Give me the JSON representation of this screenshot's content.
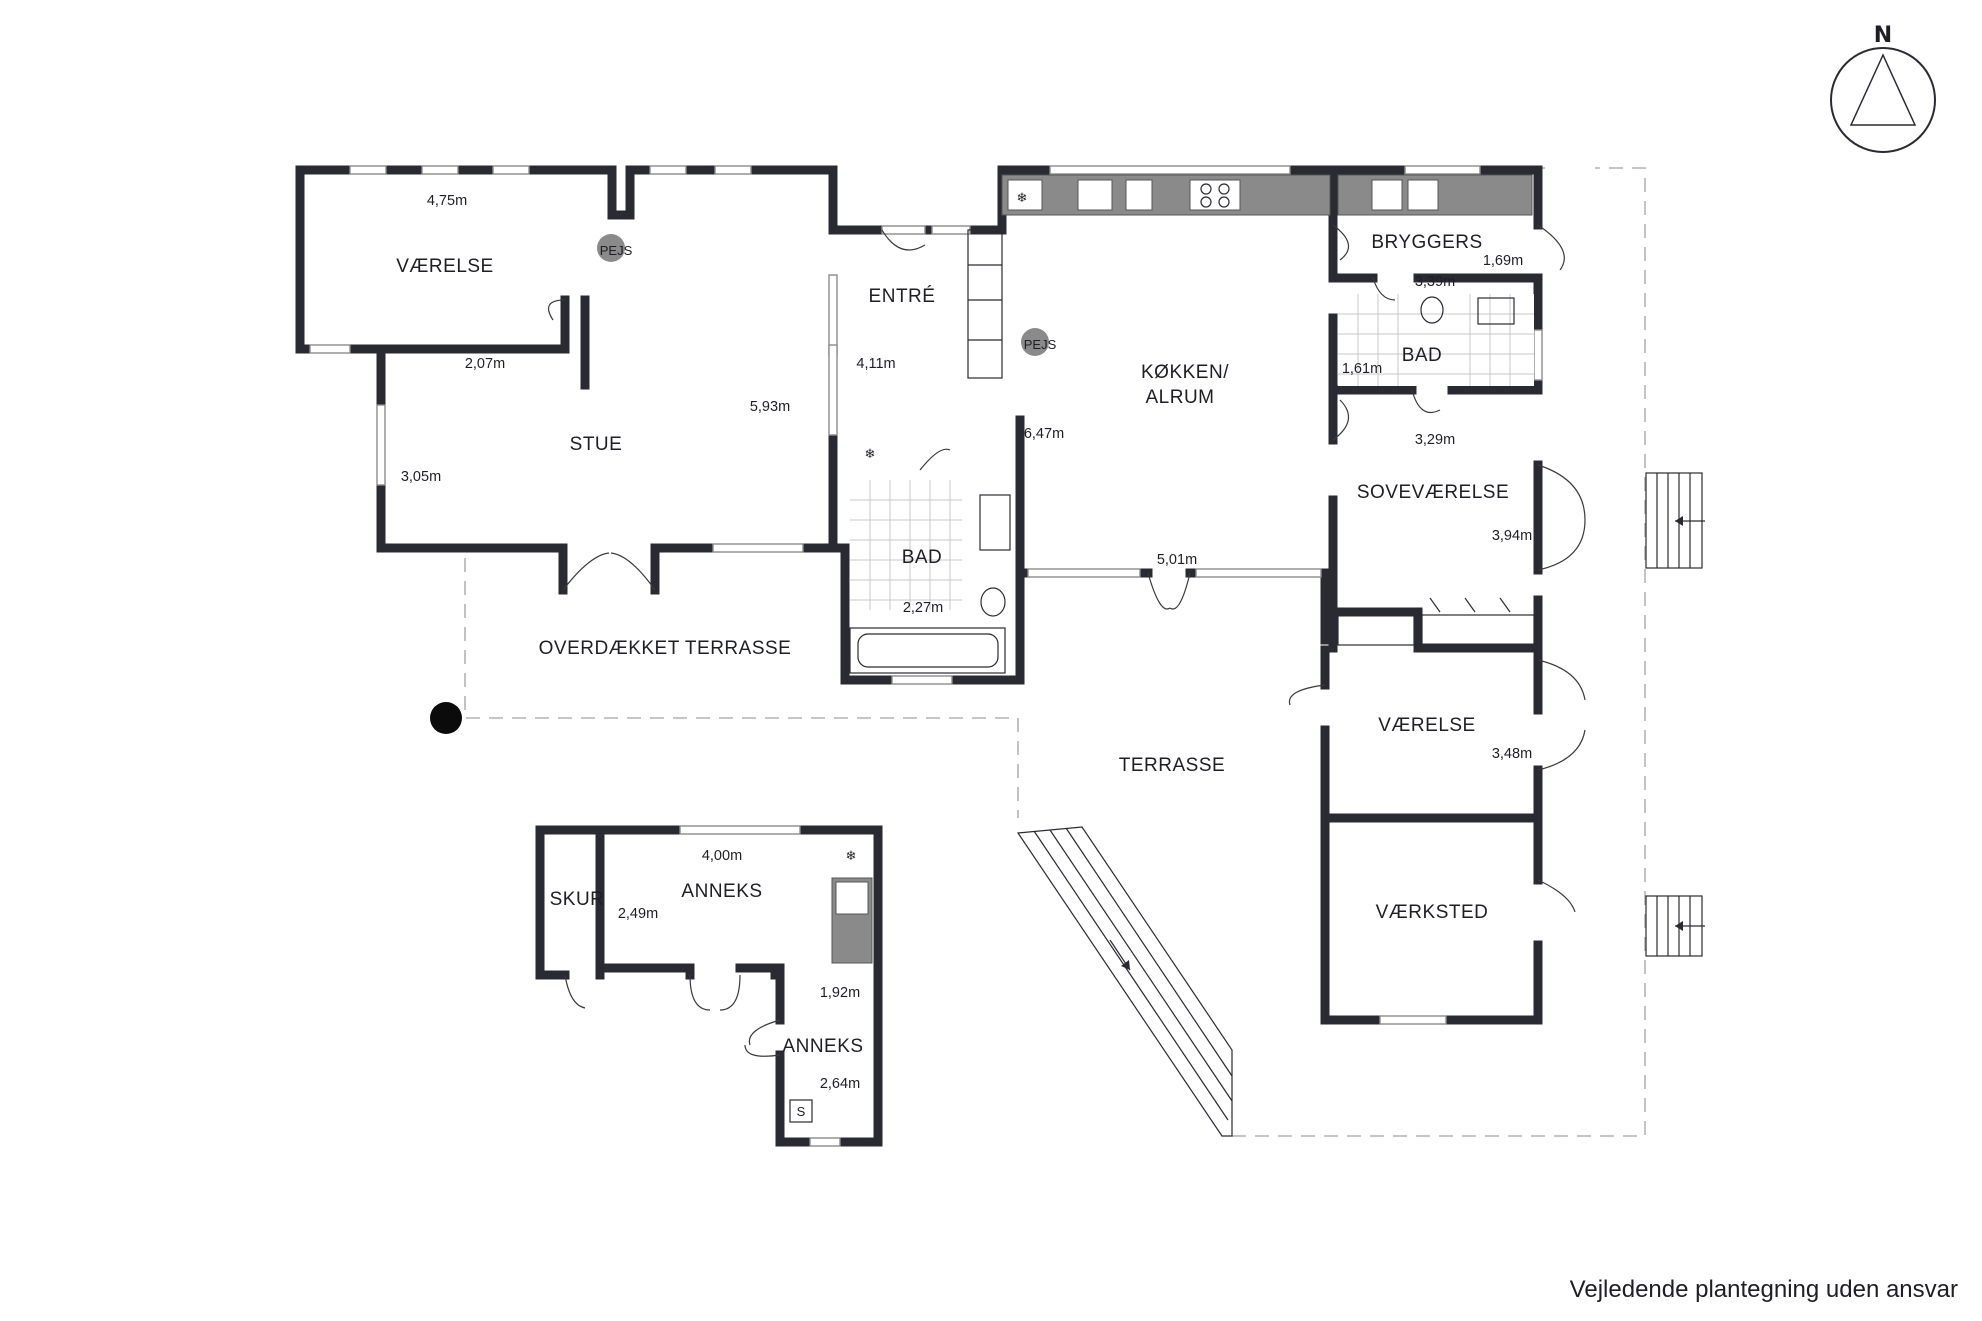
{
  "plan": {
    "rooms": {
      "vaerelse_nw": "VÆRELSE",
      "stue": "STUE",
      "entre": "ENTRÉ",
      "koekken_line1": "KØKKEN/",
      "koekken_line2": "ALRUM",
      "bryggers": "BRYGGERS",
      "bad_east": "BAD",
      "bad_mid": "BAD",
      "sovevaerelse": "SOVEVÆRELSE",
      "vaerelse_east": "VÆRELSE",
      "vaerksted": "VÆRKSTED",
      "overdaekket_terrasse": "OVERDÆKKET TERRASSE",
      "terrasse": "TERRASSE",
      "skur": "SKUR",
      "anneks_1": "ANNEKS",
      "anneks_2": "ANNEKS"
    },
    "dimensions": {
      "vaerelse_nw_width": "4,75m",
      "stue_2_07": "2,07m",
      "stue_5_93": "5,93m",
      "stue_3_05": "3,05m",
      "entre_4_11": "4,11m",
      "koekken_6_47": "6,47m",
      "koekken_5_01": "5,01m",
      "bryggers_1_69": "1,69m",
      "bryggers_3_39": "3,39m",
      "bad_east_1_61": "1,61m",
      "sove_3_29": "3,29m",
      "sove_3_94": "3,94m",
      "bad_mid_2_27": "2,27m",
      "vaerelse_east_3_48": "3,48m",
      "anneks_4_00": "4,00m",
      "anneks_2_49": "2,49m",
      "anneks_1_92": "1,92m",
      "anneks_2_64": "2,64m"
    },
    "fixtures": {
      "pejs_label_1": "PEJS",
      "pejs_label_2": "PEJS",
      "stove_label": "S"
    },
    "north_label": "N",
    "disclaimer": "Vejledende plantegning uden ansvar"
  }
}
